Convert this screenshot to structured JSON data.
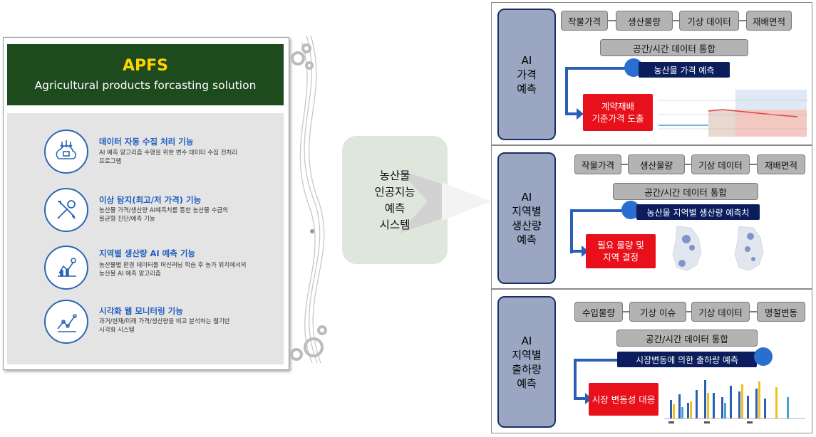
{
  "left": {
    "title": "APFS",
    "subtitle": "Agricultural products forcasting solution",
    "features": [
      {
        "icon": "cloud-data-icon",
        "title": "데이터 자동 수집 처리 기능",
        "desc1": "AI 예측 알고리즘 수행을 위한 변수 데이터 수집 전처리",
        "desc2": "프로그램"
      },
      {
        "icon": "tools-icon",
        "title": "이상 탐지(최고/저 가격) 기능",
        "desc1": "농산물 가격/생산량 AI예측치를 통한 농산물 수급의",
        "desc2": "불균형 진단/예측 기능"
      },
      {
        "icon": "ai-chart-icon",
        "title": "지역별 생산량 AI 예측 기능",
        "desc1": "농산물별 환경 데이터를 머신러닝 학습 후 농가 위치에서의",
        "desc2": "농산물 AI 예측 알고리즘"
      },
      {
        "icon": "analytics-icon",
        "title": "시각화 웹 모니터링 기능",
        "desc1": "과거/현재/미래 가격/생산량을 비교 분석하는 웹기반",
        "desc2": "시각화 시스템"
      }
    ]
  },
  "center": {
    "lines": [
      "농산물",
      "인공지능",
      "예측",
      "시스템"
    ]
  },
  "panels": [
    {
      "label": [
        "AI",
        "가격",
        "예측"
      ],
      "inputs": [
        "작물가격",
        "생산물량",
        "기상 데이터",
        "재배면적"
      ],
      "integration": "공간/시간 데이터 통합",
      "predict": "농산물 가격 예측",
      "result": [
        "계약재배",
        "기준가격 도출"
      ]
    },
    {
      "label": [
        "AI",
        "지역별",
        "생산량",
        "예측"
      ],
      "inputs": [
        "작물가격",
        "생산물량",
        "기상 데이터",
        "재배면적"
      ],
      "integration": "공간/시간 데이터 통합",
      "predict": "농산물 지역별 생산량 예측치",
      "result": [
        "필요 물량 및",
        "지역 결정"
      ]
    },
    {
      "label": [
        "AI",
        "지역별",
        "출하량",
        "예측"
      ],
      "inputs": [
        "수입물량",
        "기상 이슈",
        "기상 데이터",
        "명절변동"
      ],
      "integration": "공간/시간 데이터 통합",
      "predict": "시장변동에 의한 출하량 예측",
      "result": [
        "시장 변동성 대응"
      ]
    }
  ],
  "colors": {
    "header": "#1e4b1e",
    "title": "#ffd400",
    "feature_title": "#1f5fbf",
    "navy": "#0b1d5c",
    "red": "#e8101a",
    "label_box": "#9aa6c2"
  }
}
